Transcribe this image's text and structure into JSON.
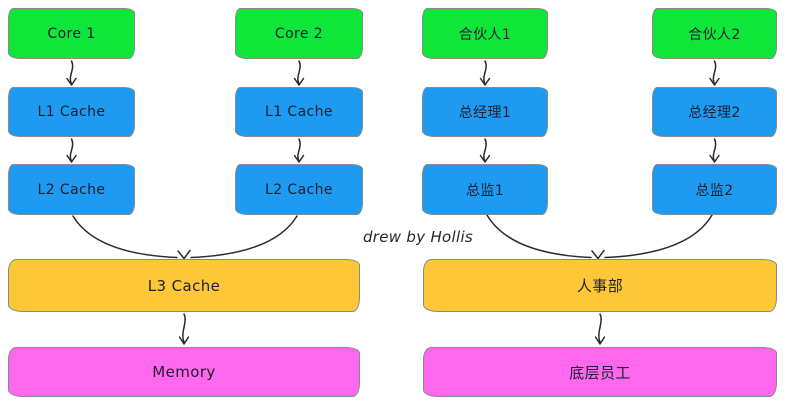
{
  "colors": {
    "green": "#0ee63a",
    "blue": "#1e9bf0",
    "orange": "#fec738",
    "magenta": "#fe68ef",
    "box_border": "#8a8a8a",
    "arrow": "#2b2b2b",
    "text": "#1f1f30"
  },
  "cpu": {
    "columns": [
      {
        "top": "Core 1",
        "mid": "L1 Cache",
        "bot": "L2 Cache"
      },
      {
        "top": "Core 2",
        "mid": "L1 Cache",
        "bot": "L2 Cache"
      }
    ],
    "shared": "L3 Cache",
    "bottom": "Memory"
  },
  "org": {
    "columns": [
      {
        "top": "合伙人1",
        "mid": "总经理1",
        "bot": "总监1"
      },
      {
        "top": "合伙人2",
        "mid": "总经理2",
        "bot": "总监2"
      }
    ],
    "shared": "人事部",
    "bottom": "底层员工"
  },
  "annotation": {
    "credit": "drew by Hollis"
  }
}
